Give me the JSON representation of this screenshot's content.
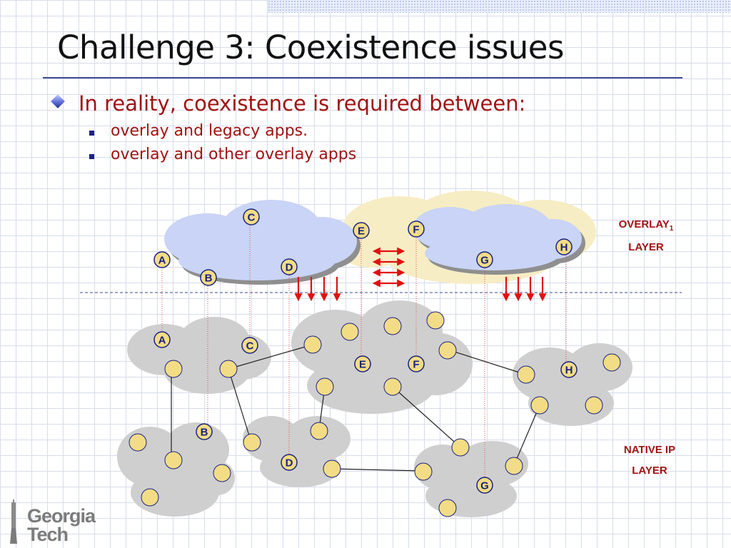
{
  "slide": {
    "title": "Challenge 3: Coexistence issues",
    "bullet_main": "In reality, coexistence is required between:",
    "sub_bullets": [
      "overlay and legacy apps.",
      "overlay and other overlay apps"
    ]
  },
  "labels": {
    "overlay_line1": "OVERLAY",
    "overlay_subscript": "1",
    "overlay_line2": "LAYER",
    "native_line1": "NATIVE IP",
    "native_line2": "LAYER"
  },
  "logo": {
    "line1": "Georgia",
    "line2": "Tech"
  },
  "nodes": {
    "overlay": [
      "A",
      "B",
      "C",
      "D",
      "E",
      "F",
      "G",
      "H"
    ],
    "native": [
      "A",
      "B",
      "C",
      "D",
      "E",
      "F",
      "G",
      "H"
    ]
  },
  "colors": {
    "title": "#111111",
    "bullet_text": "#a11212",
    "overlay_cloud_blue": "#c9d4f6",
    "overlay_cloud_yellow": "#f7edc4",
    "native_cloud": "#cfcfcf",
    "node_fill": "#f3dc86",
    "node_stroke": "#1a237e",
    "arrow": "#e01010"
  }
}
